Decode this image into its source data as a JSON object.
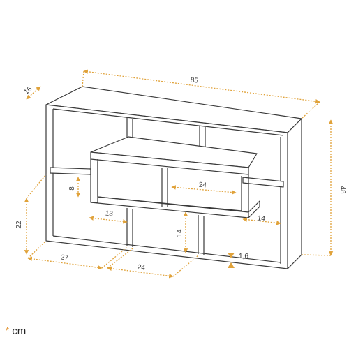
{
  "diagram": {
    "subject": "wall-shelf-dimensions",
    "accent_color": "#e0a23a",
    "line_color": "#3a3a3a",
    "dimensions": {
      "depth": "16",
      "width": "85",
      "height": "48",
      "lower_height": "22",
      "left_width": "27",
      "middle_width": "24",
      "inner_width": "24",
      "small_height": "8",
      "inner_depth_left": "13",
      "inner_depth_right": "14",
      "compartment_height": "14",
      "panel_thickness": "1,6"
    }
  },
  "unit_note": {
    "marker": "*",
    "text": "cm"
  }
}
